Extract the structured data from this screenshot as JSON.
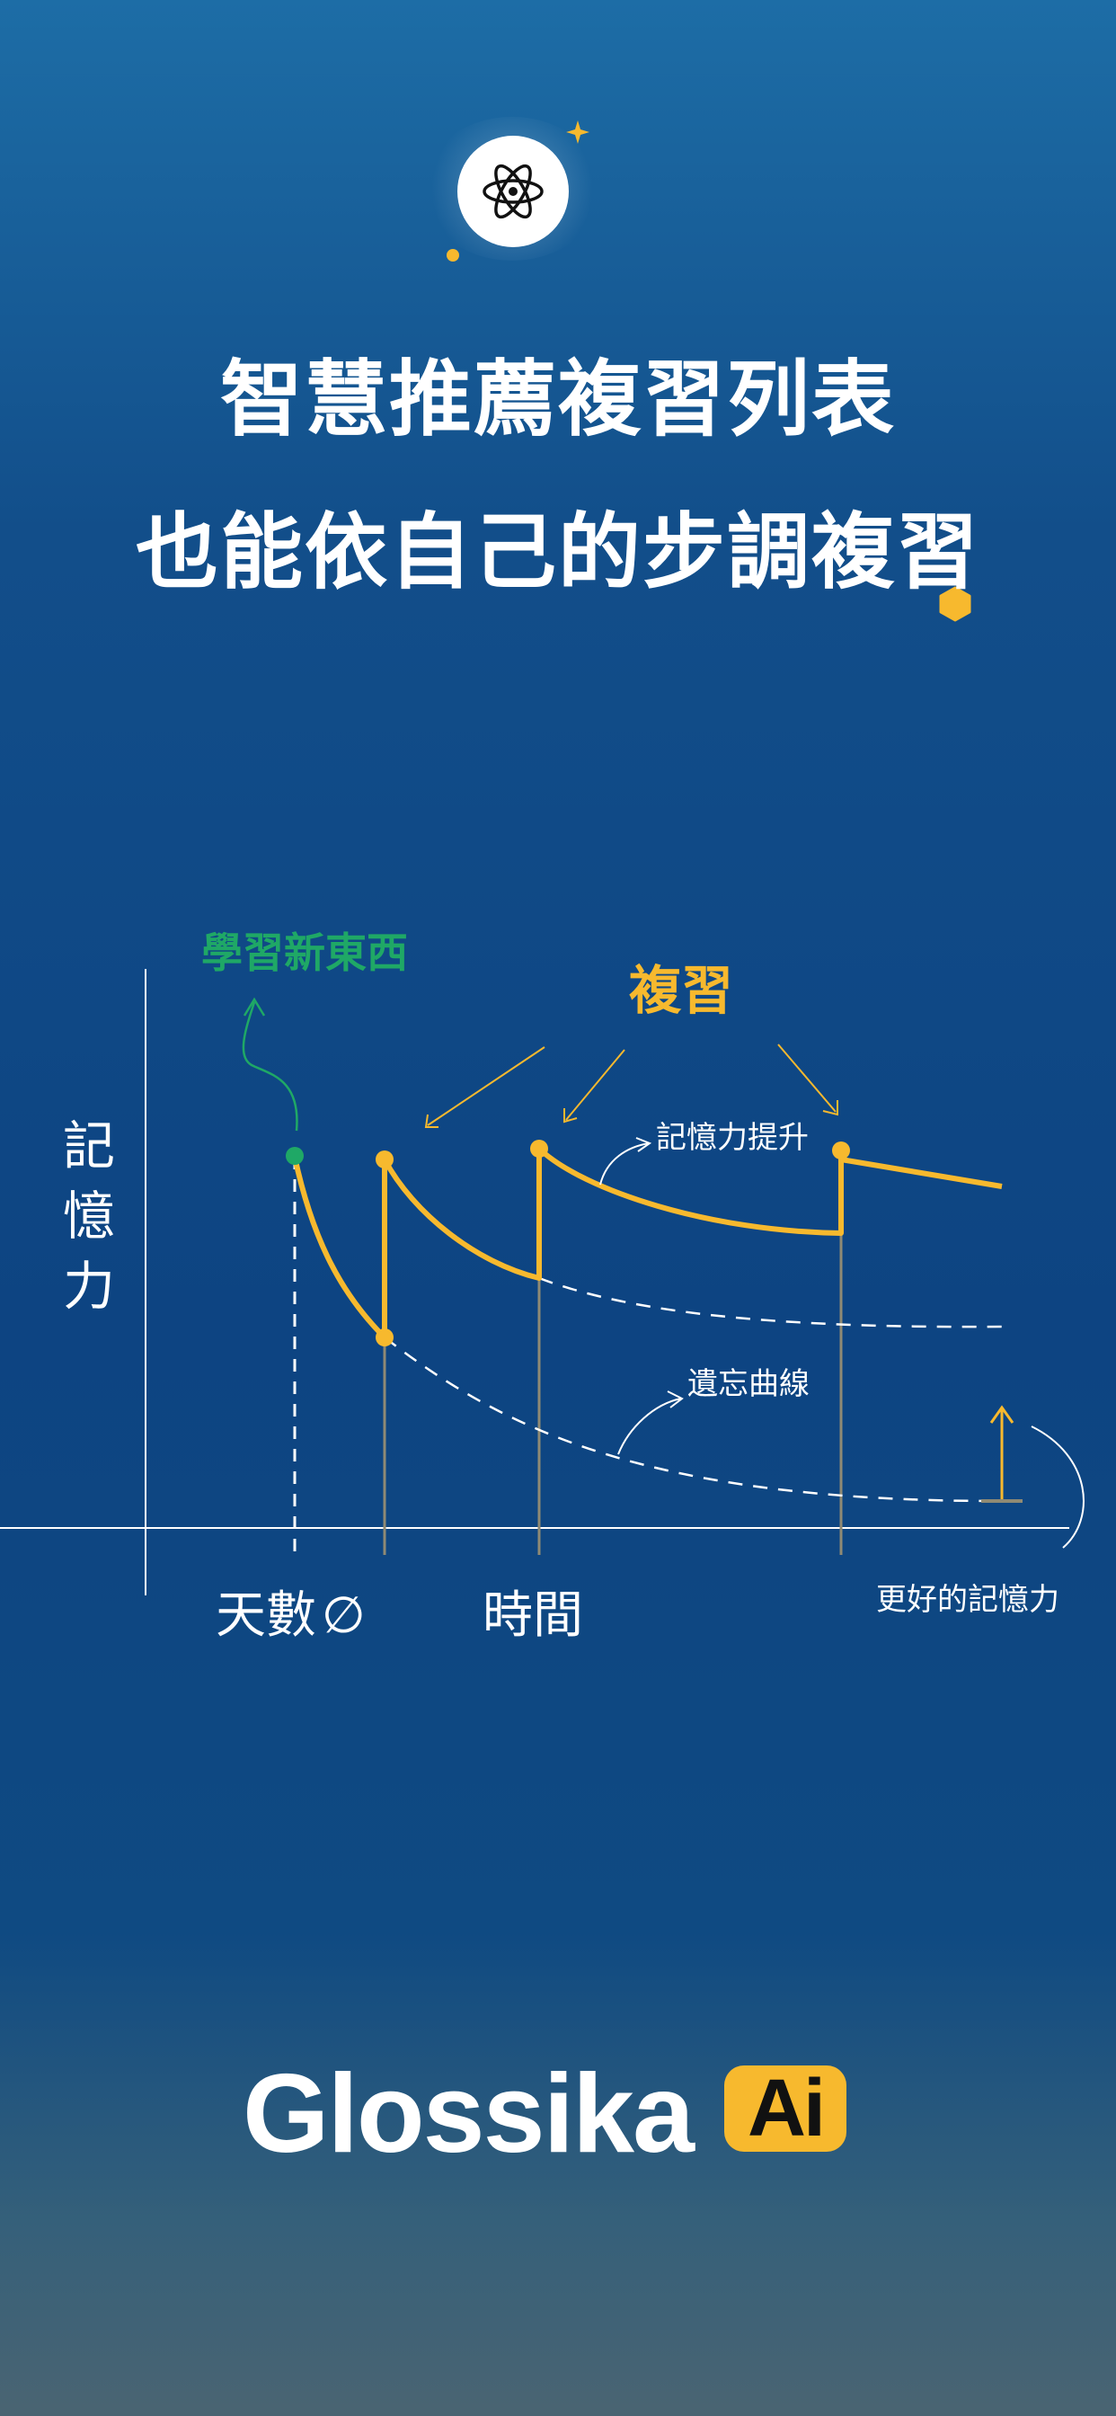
{
  "headline": {
    "line1": "智慧推薦複習列表",
    "line2": "也能依自己的步調複習"
  },
  "icons": {
    "badge": "atom-icon",
    "decorations": [
      "sparkle-icon",
      "dot-icon",
      "hexagon-icon"
    ]
  },
  "diagram": {
    "y_axis_label": "記憶力",
    "x_axis_label_left": "天數",
    "x_axis_symbol": "∅",
    "x_axis_label_center": "時間",
    "learn_new_label": "學習新東西",
    "review_label": "複習",
    "memory_boost_label": "記憶力提升",
    "forgetting_curve_label": "遺忘曲線",
    "better_memory_label": "更好的記憶力"
  },
  "brand": {
    "name": "Glossika",
    "badge": "Ai"
  },
  "colors": {
    "accent_yellow": "#f7b92e",
    "accent_green": "#1fa866",
    "text": "#ffffff",
    "curve_dashed": "#ffffff"
  }
}
